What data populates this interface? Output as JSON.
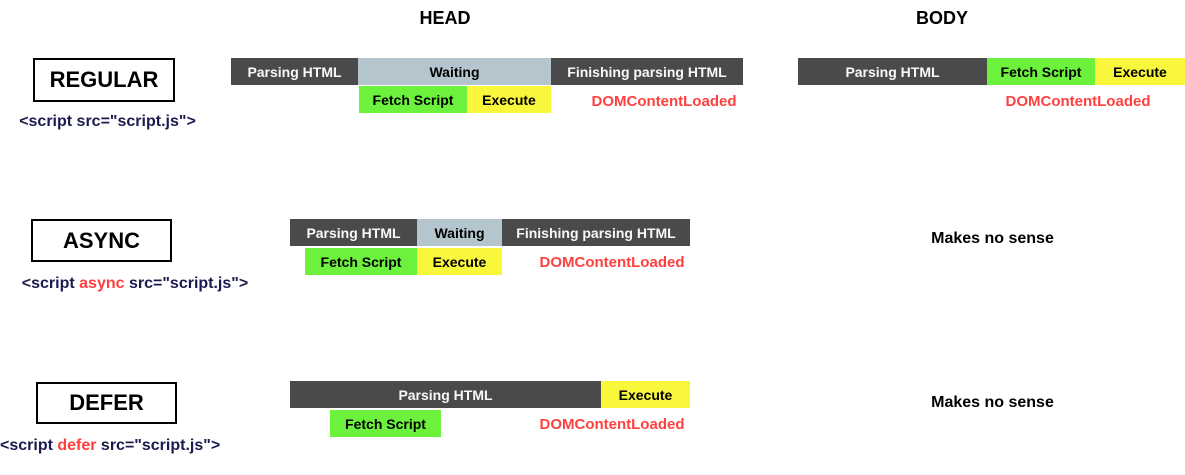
{
  "palette": {
    "bar_dark": "#4a4a4a",
    "bar_waiting": "#b4c5ce",
    "bar_fetch_green": "#6cf23c",
    "bar_execute_yellow": "#f9f73b",
    "event_red": "#ff4040",
    "code_navy": "#1b1b4f"
  },
  "columns": {
    "head": "HEAD",
    "body": "BODY"
  },
  "labels": {
    "parsing": "Parsing HTML",
    "waiting": "Waiting",
    "finishing": "Finishing parsing HTML",
    "fetch": "Fetch Script",
    "execute": "Execute",
    "dom_content_loaded": "DOMContentLoaded",
    "makes_no_sense": "Makes no sense"
  },
  "rows": {
    "regular": {
      "label": "REGULAR",
      "code_before": "<script",
      "code_keyword": "",
      "code_after": " src=\"script.js\">"
    },
    "async": {
      "label": "ASYNC",
      "code_before": "<script ",
      "code_keyword": "async",
      "code_after": " src=\"script.js\">"
    },
    "defer": {
      "label": "DEFER",
      "code_before": "<script ",
      "code_keyword": "defer",
      "code_after": " src=\"script.js\">"
    }
  }
}
